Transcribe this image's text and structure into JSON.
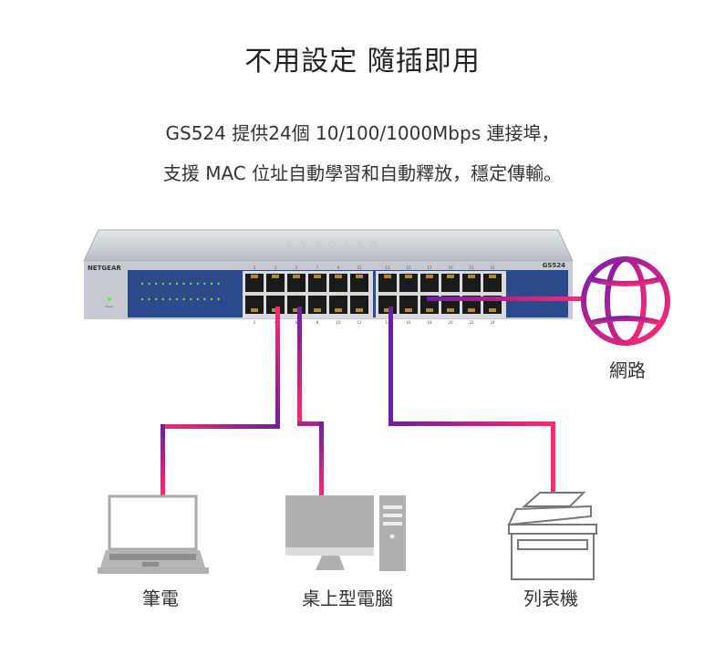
{
  "title": "不用設定 隨插即用",
  "description": {
    "line1": "GS524 提供24個 10/100/1000Mbps 連接埠，",
    "line2": "支援 MAC 位址自動學習和自動釋放，穩定傳輸。"
  },
  "switch": {
    "brand": "NETGEAR",
    "model": "GS524",
    "power_label": "Power",
    "top_port_numbers": [
      "1",
      "3",
      "5",
      "7",
      "9",
      "11",
      "13",
      "15",
      "17",
      "19",
      "21",
      "23"
    ],
    "bottom_port_numbers": [
      "2",
      "4",
      "6",
      "8",
      "10",
      "12",
      "14",
      "16",
      "18",
      "20",
      "22",
      "24"
    ]
  },
  "devices": {
    "network": "網路",
    "laptop": "筆電",
    "desktop": "桌上型電腦",
    "printer": "列表機"
  },
  "colors": {
    "cable_start": "#6a1fa0",
    "cable_end": "#ff2a6d",
    "switch_blue": "#2b4a8c"
  }
}
